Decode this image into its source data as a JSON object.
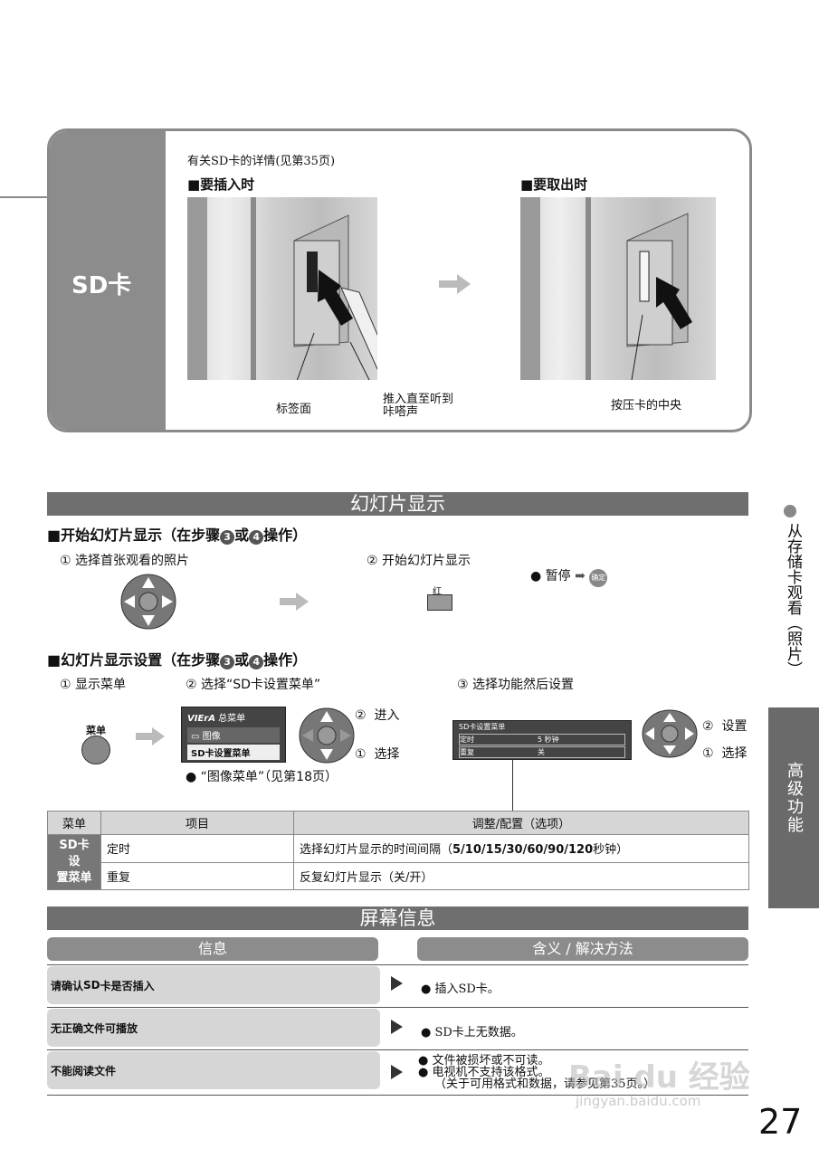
{
  "sd_section": {
    "side_label": "SD卡",
    "detail_note": "有关SD卡的详情(见第35页)",
    "insert_heading": "■要插入时",
    "remove_heading": "■要取出时",
    "label_face": "标签面",
    "push_until_click_1": "推入直至听到",
    "push_until_click_2": "咔嗒声",
    "press_center": "按压卡的中央"
  },
  "slideshow": {
    "bar_title": "幻灯片显示",
    "start_heading_pre": "■开始幻灯片显示（在步骤",
    "step3": "3",
    "or": "或",
    "step4": "4",
    "start_heading_post": "操作）",
    "step1": "① 选择首张观看的照片",
    "step2": "② 开始幻灯片显示",
    "red_button_label": "红",
    "pause_text": "● 暂停",
    "ok_label": "确定",
    "settings_heading_pre": "■幻灯片显示设置（在步骤",
    "settings_heading_post": "操作）",
    "s_step1": "① 显示菜单",
    "s_step2": "② 选择“SD卡设置菜单”",
    "s_step3": "③ 选择功能然后设置",
    "menu_button_label": "菜单",
    "viera_brand": "VIErA",
    "main_menu_title": "总菜单",
    "menu_item_image": "图像",
    "menu_item_sd": "SD卡设置菜单",
    "enter_num": "②",
    "enter_text": "进入",
    "select_num": "①",
    "select_text": "选择",
    "image_menu_note": "● “图像菜单”（见第18页）",
    "sd_menu_title": "SD卡设置菜单",
    "sd_menu_timer": "定时",
    "sd_menu_timer_val": "5 秒钟",
    "sd_menu_repeat": "重复",
    "sd_menu_repeat_val": "关",
    "set_num": "②",
    "set_text": "设置",
    "select2_num": "①",
    "select2_text": "选择"
  },
  "settings_table": {
    "headers": [
      "菜单",
      "项目",
      "调整/配置（选项）"
    ],
    "group_label_1": "SD卡设",
    "group_label_2": "置菜单",
    "rows": [
      {
        "item": "定时",
        "option_pre": "选择幻灯片显示的时间间隔（",
        "option_bold": "5/10/15/30/60/90/120",
        "option_post": "秒钟）"
      },
      {
        "item": "重复",
        "option_pre": "反复幻灯片显示（关/开）",
        "option_bold": "",
        "option_post": ""
      }
    ]
  },
  "screen_info": {
    "bar_title": "屏幕信息",
    "col_info": "信息",
    "col_meaning": "含义 / 解决方法",
    "rows": [
      {
        "info_pre": "请确认 ",
        "info_bold": "SD",
        "info_post": " 卡是否插入",
        "meaning": [
          "● 插入SD卡。"
        ]
      },
      {
        "info_pre": "无正确文件可播放",
        "info_bold": "",
        "info_post": "",
        "meaning": [
          "● SD卡上无数据。"
        ]
      },
      {
        "info_pre": "不能阅读文件",
        "info_bold": "",
        "info_post": "",
        "meaning": [
          "● 文件被损坏或不可读。",
          "● 电视机不支持该格式。",
          "（关于可用格式和数据，请参见第35页。）"
        ]
      }
    ]
  },
  "side_tabs": {
    "tab1": "从存储卡观看（照片）",
    "tab2": "高级功能"
  },
  "page_number": "27",
  "watermark_1": "Bai du 经验",
  "watermark_2": "jingyan.baidu.com"
}
